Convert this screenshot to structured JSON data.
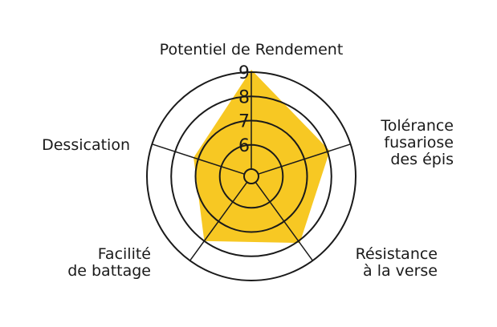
{
  "chart_data": {
    "type": "radar",
    "r_scale": {
      "inner_value": 5,
      "outer_value": 9
    },
    "ticks": [
      "6",
      "7",
      "8",
      "9"
    ],
    "axes": [
      {
        "label_lines": [
          "Potentiel de Rendement"
        ]
      },
      {
        "label_lines": [
          "Tolérance",
          "fusariose",
          "des épis"
        ]
      },
      {
        "label_lines": [
          "Résistance",
          "à la verse"
        ]
      },
      {
        "label_lines": [
          "Facilité",
          "de battage"
        ]
      },
      {
        "label_lines": [
          "Dessication"
        ]
      }
    ],
    "series": [
      {
        "values": [
          9.1,
          8.1,
          8.1,
          8.0,
          7.2
        ],
        "color": "#f7c823"
      }
    ],
    "colors": {
      "rings": "#1a1a1a",
      "fill": "#f7c823"
    },
    "grid": true,
    "legend": "none"
  }
}
